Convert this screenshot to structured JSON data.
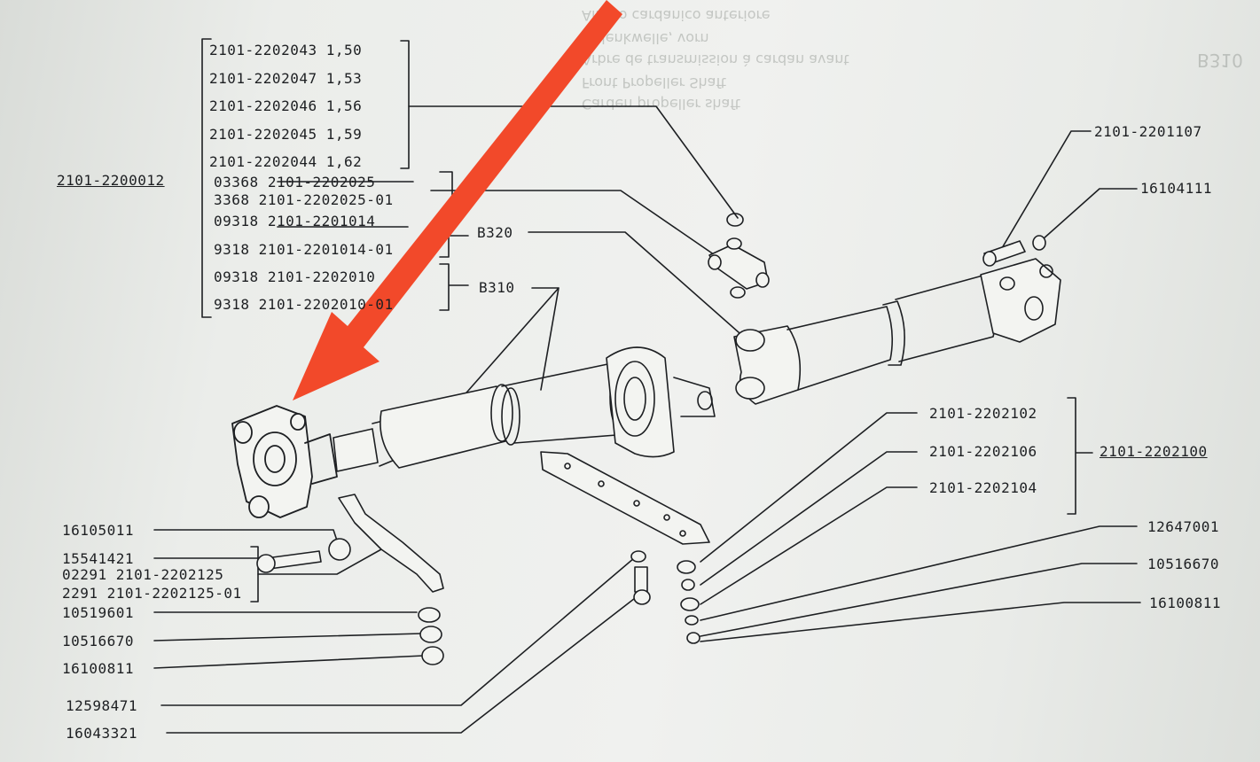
{
  "group_top": {
    "rows": [
      {
        "code": "2101-2202043",
        "len": "1,50"
      },
      {
        "code": "2101-2202047",
        "len": "1,53"
      },
      {
        "code": "2101-2202046",
        "len": "1,56"
      },
      {
        "code": "2101-2202045",
        "len": "1,59"
      },
      {
        "code": "2101-2202044",
        "len": "1,62"
      }
    ]
  },
  "assembly_code": "2101-2200012",
  "group_mid": {
    "rows": [
      {
        "a": "03368",
        "b": "2101-2202025"
      },
      {
        "a": "3368",
        "b": "2101-2202025-01"
      },
      {
        "a": "09318",
        "b": "2101-2201014"
      },
      {
        "a": "9318",
        "b": "2101-2201014-01"
      },
      {
        "a": "09318",
        "b": "2101-2202010"
      },
      {
        "a": "9318",
        "b": "2101-2202010-01"
      }
    ],
    "b320": "B320",
    "b310": "B310"
  },
  "right_labels": {
    "bolt": "2101-2201107",
    "nut": "16104111",
    "support_a": "2101-2202102",
    "support_b": "2101-2202106",
    "support_c": "2101-2202104",
    "support_assy": "2101-2202100",
    "r1": "12647001",
    "r2": "10516670",
    "r3": "16100811"
  },
  "left_labels": {
    "l1": "16105011",
    "l2": "15541421",
    "l3a": "02291 2101-2202125",
    "l3b": "2291 2101-2202125-01",
    "l4": "10519601",
    "l5": "10516670",
    "l6": "16100811",
    "l7": "12598471",
    "l8": "16043321"
  },
  "ghost_text": {
    "lines": [
      "Carden propeller shaft",
      "Front Propeller Shaft",
      "Arbre de transmission à cardan avant",
      "Gelenkwelle, vorn",
      "Albero cardanico anteriore"
    ],
    "page": "B310"
  },
  "colors": {
    "arrow": "#f2492a",
    "ink": "#1d1f22",
    "paper": "#eceeeb"
  }
}
